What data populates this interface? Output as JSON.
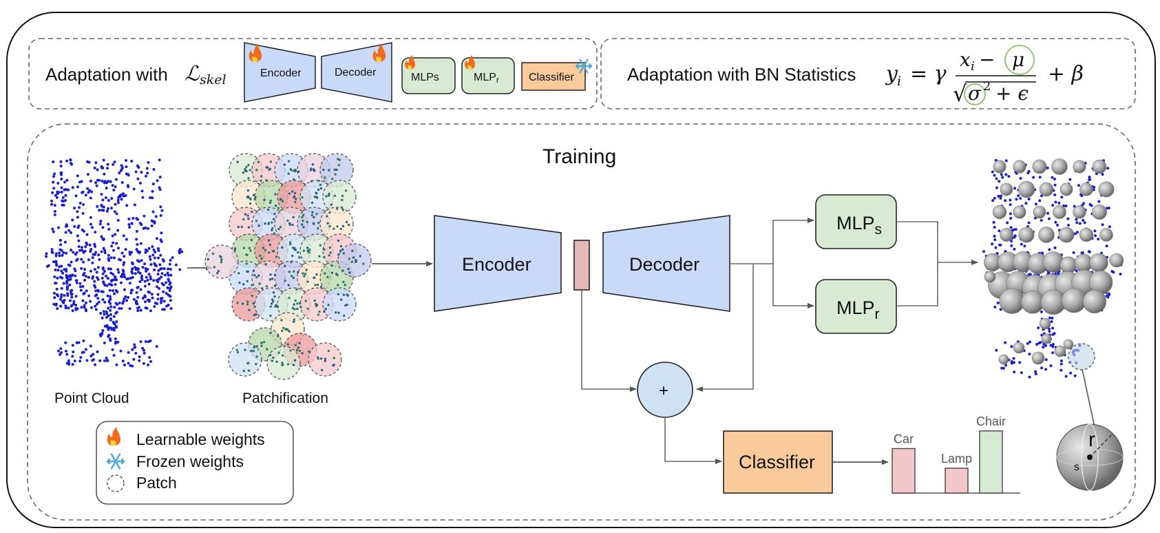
{
  "top_left": {
    "prefix": "Adaptation with",
    "loss_symbol": "ℒ",
    "loss_sub": "skel",
    "encoder": "Encoder",
    "decoder": "Decoder",
    "mlps": "MLPs",
    "mlpr_main": "MLP",
    "mlpr_sub": "r",
    "classifier": "Classifier"
  },
  "top_right": {
    "prefix": "Adaptation with BN Statistics",
    "formula": {
      "lhs": "y",
      "lhs_sub": "i",
      "eq": "= γ",
      "num_x": "x",
      "num_x_sub": "i",
      "num_minus": "−",
      "mu": "μ",
      "den_sqrt": "√",
      "sigma": "σ",
      "sigma_sup": "2",
      "den_rest": "+ ϵ",
      "tail": "+ β"
    }
  },
  "training": {
    "title": "Training",
    "point_cloud_label": "Point Cloud",
    "patchification_label": "Patchification",
    "encoder": "Encoder",
    "decoder": "Decoder",
    "mlp_s_main": "MLP",
    "mlp_s_sub": "s",
    "mlp_r_main": "MLP",
    "mlp_r_sub": "r",
    "plus": "+",
    "classifier": "Classifier",
    "sphere_r": "r",
    "sphere_s": "s"
  },
  "legend": {
    "items": [
      {
        "icon": "flame-icon",
        "label": "Learnable weights"
      },
      {
        "icon": "snowflake-icon",
        "label": "Frozen weights"
      },
      {
        "icon": "dashed-circle-icon",
        "label": "Patch"
      }
    ]
  },
  "chart_data": {
    "type": "bar",
    "categories": [
      "Car",
      "Lamp",
      "Chair"
    ],
    "values": [
      0.68,
      0.38,
      0.95
    ],
    "colors": [
      "#f4c7cc",
      "#f4c7cc",
      "#d6ead3"
    ]
  },
  "colors": {
    "encoder_fill": "#c9daf8",
    "mlp_fill": "#d9ead3",
    "classifier_fill": "#f9cb9c",
    "bottleneck_fill": "#e6b8b7",
    "plus_fill": "#cfe2f3",
    "points": "#1a1fcc",
    "flame": "#f06a1a",
    "snow": "#4aa8d8"
  }
}
